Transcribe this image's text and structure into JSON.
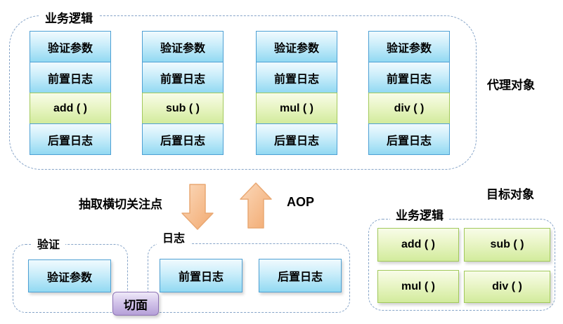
{
  "colors": {
    "dashed_border": "#86a4c8",
    "blue_box_border": "#4ea0d4",
    "blue_box_gradient_top": "#f0fafe",
    "blue_box_gradient_bottom": "#92d9f2",
    "green_box_border": "#a2c95c",
    "green_box_gradient_top": "#f8fce8",
    "green_box_gradient_bottom": "#d2eb9c",
    "purple_box_border": "#8d73b5",
    "purple_box_gradient_bottom": "#b5a0d8",
    "arrow_fill": "#f2aa72",
    "arrow_stroke": "#e9a873"
  },
  "proxy": {
    "label": "业务逻辑",
    "side_label": "代理对象",
    "columns": [
      {
        "rows": [
          {
            "text": "验证参数"
          },
          {
            "text": "前置日志"
          },
          {
            "text": "add (  )"
          },
          {
            "text": "后置日志"
          }
        ]
      },
      {
        "rows": [
          {
            "text": "验证参数"
          },
          {
            "text": "前置日志"
          },
          {
            "text": "sub (  )"
          },
          {
            "text": "后置日志"
          }
        ]
      },
      {
        "rows": [
          {
            "text": "验证参数"
          },
          {
            "text": "前置日志"
          },
          {
            "text": "mul (  )"
          },
          {
            "text": "后置日志"
          }
        ]
      },
      {
        "rows": [
          {
            "text": "验证参数"
          },
          {
            "text": "前置日志"
          },
          {
            "text": "div (  )"
          },
          {
            "text": "后置日志"
          }
        ]
      }
    ]
  },
  "middle": {
    "extract_label": "抽取横切关注点",
    "aop_label": "AOP"
  },
  "validation": {
    "label": "验证",
    "boxes": [
      {
        "text": "验证参数"
      }
    ]
  },
  "logging": {
    "label": "日志",
    "boxes": [
      {
        "text": "前置日志"
      },
      {
        "text": "后置日志"
      }
    ]
  },
  "aspect": {
    "label": "切面"
  },
  "target": {
    "title": "目标对象",
    "label": "业务逻辑",
    "boxes": [
      {
        "text": "add (  )"
      },
      {
        "text": "sub (  )"
      },
      {
        "text": "mul (  )"
      },
      {
        "text": "div (  )"
      }
    ]
  }
}
